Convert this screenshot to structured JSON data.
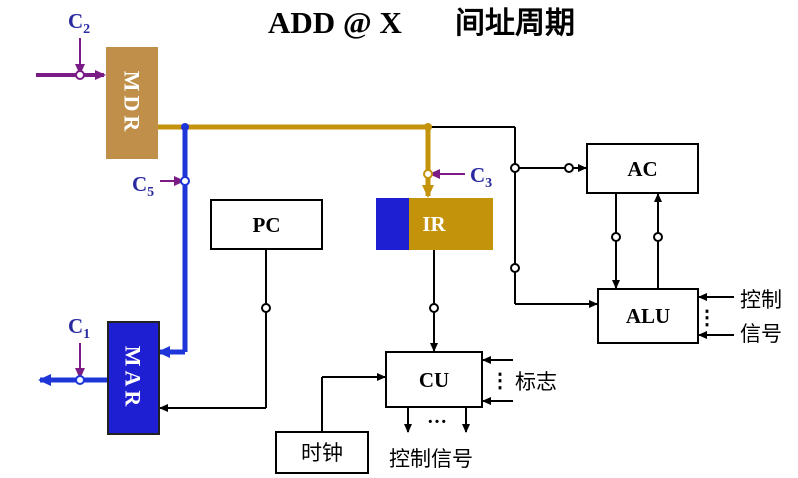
{
  "title": {
    "main": "ADD @ X",
    "phase": "间址周期"
  },
  "registers": {
    "mdr": "MDR",
    "mar": "MAR",
    "pc": "PC",
    "ir": "IR",
    "cu": "CU",
    "ac": "AC",
    "alu": "ALU",
    "clock": "时钟"
  },
  "controls": {
    "c1": "C",
    "c1_sub": "1",
    "c2": "C",
    "c2_sub": "2",
    "c3": "C",
    "c3_sub": "3",
    "c5": "C",
    "c5_sub": "5"
  },
  "labels": {
    "flags": "标志",
    "alu_ctrl_line1": "控制",
    "alu_ctrl_line2": "信号",
    "cu_ctrl": "控制信号",
    "dots_vertical": "⋮",
    "dots_horizontal": "…"
  },
  "colors": {
    "gold": "#C4930C",
    "mdr_fill": "#C0904A",
    "blue": "#1E35D8",
    "mar_fill": "#1E1ED2",
    "purple": "#7B1C86",
    "ctrl_text": "#2A2AA0",
    "black": "#000000"
  }
}
